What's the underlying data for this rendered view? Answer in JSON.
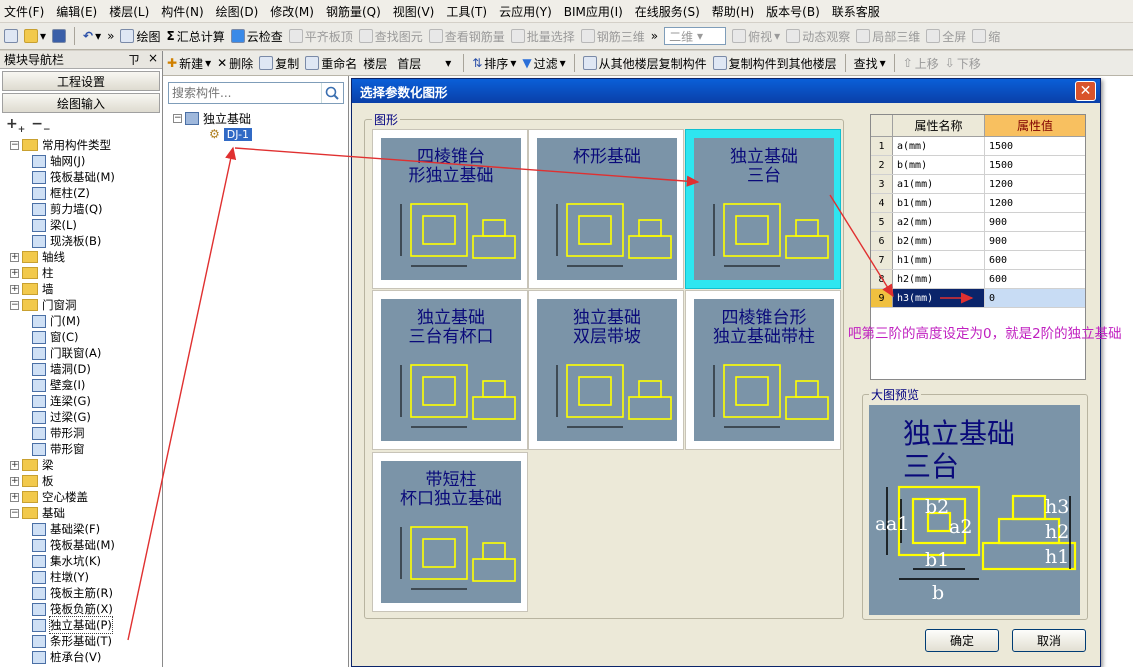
{
  "menu": [
    "文件(F)",
    "编辑(E)",
    "楼层(L)",
    "构件(N)",
    "绘图(D)",
    "修改(M)",
    "钢筋量(Q)",
    "视图(V)",
    "工具(T)",
    "云应用(Y)",
    "BIM应用(I)",
    "在线服务(S)",
    "帮助(H)",
    "版本号(B)",
    "联系客服"
  ],
  "toolbar1": {
    "draw": "绘图",
    "sum": "汇总计算",
    "cloud_check": "云检查",
    "flat_slab": "平齐板顶",
    "find_elem": "查找图元",
    "view_rebar": "查看钢筋量",
    "batch_select": "批量选择",
    "rebar_3d": "钢筋三维",
    "view_mode": "二维",
    "top_view": "俯视",
    "dyn_obs": "动态观察",
    "local_3d": "局部三维",
    "fullscreen": "全屏",
    "zoom": "缩"
  },
  "toolbar2": {
    "new": "新建",
    "delete": "删除",
    "copy": "复制",
    "rename": "重命名",
    "floor_label": "楼层",
    "floor_value": "首层",
    "sort": "排序",
    "filter": "过滤",
    "copy_from": "从其他楼层复制构件",
    "copy_to": "复制构件到其他楼层",
    "find": "查找",
    "move_up": "上移",
    "move_down": "下移"
  },
  "leftpanel": {
    "title": "模块导航栏",
    "pin": "ㄗ",
    "close": "×",
    "btn_settings": "工程设置",
    "btn_draw": "绘图输入",
    "tree": [
      {
        "indent": 0,
        "exp": "−",
        "folder": true,
        "label": "常用构件类型"
      },
      {
        "indent": 2,
        "label": "轴网(J)"
      },
      {
        "indent": 2,
        "label": "筏板基础(M)"
      },
      {
        "indent": 2,
        "label": "框柱(Z)"
      },
      {
        "indent": 2,
        "label": "剪力墙(Q)"
      },
      {
        "indent": 2,
        "label": "梁(L)"
      },
      {
        "indent": 2,
        "label": "现浇板(B)"
      },
      {
        "indent": 0,
        "exp": "+",
        "folder": true,
        "label": "轴线"
      },
      {
        "indent": 0,
        "exp": "+",
        "folder": true,
        "label": "柱"
      },
      {
        "indent": 0,
        "exp": "+",
        "folder": true,
        "label": "墙"
      },
      {
        "indent": 0,
        "exp": "−",
        "folder": true,
        "label": "门窗洞"
      },
      {
        "indent": 2,
        "label": "门(M)"
      },
      {
        "indent": 2,
        "label": "窗(C)"
      },
      {
        "indent": 2,
        "label": "门联窗(A)"
      },
      {
        "indent": 2,
        "label": "墙洞(D)"
      },
      {
        "indent": 2,
        "label": "壁龛(I)"
      },
      {
        "indent": 2,
        "label": "连梁(G)"
      },
      {
        "indent": 2,
        "label": "过梁(G)"
      },
      {
        "indent": 2,
        "label": "带形洞"
      },
      {
        "indent": 2,
        "label": "带形窗"
      },
      {
        "indent": 0,
        "exp": "+",
        "folder": true,
        "label": "梁"
      },
      {
        "indent": 0,
        "exp": "+",
        "folder": true,
        "label": "板"
      },
      {
        "indent": 0,
        "exp": "+",
        "folder": true,
        "label": "空心楼盖"
      },
      {
        "indent": 0,
        "exp": "−",
        "folder": true,
        "label": "基础"
      },
      {
        "indent": 2,
        "label": "基础梁(F)"
      },
      {
        "indent": 2,
        "label": "筏板基础(M)"
      },
      {
        "indent": 2,
        "label": "集水坑(K)"
      },
      {
        "indent": 2,
        "label": "柱墩(Y)"
      },
      {
        "indent": 2,
        "label": "筏板主筋(R)"
      },
      {
        "indent": 2,
        "label": "筏板负筋(X)"
      },
      {
        "indent": 2,
        "label": "独立基础(P)",
        "selected": true
      },
      {
        "indent": 2,
        "label": "条形基础(T)"
      },
      {
        "indent": 2,
        "label": "桩承台(V)"
      }
    ]
  },
  "middlepanel": {
    "search_placeholder": "搜索构件...",
    "root": "独立基础",
    "child": "DJ-1"
  },
  "dialog": {
    "title": "选择参数化图形",
    "group_label": "图形",
    "tiles": [
      {
        "name": "四棱锥台\n形独立基础",
        "selected": false
      },
      {
        "name": "杯形基础",
        "selected": false
      },
      {
        "name": "独立基础\n三台",
        "selected": true
      },
      {
        "name": "独立基础\n三台有杯口",
        "selected": false
      },
      {
        "name": "独立基础\n双层带坡",
        "selected": false
      },
      {
        "name": "四棱锥台形\n独立基础带柱",
        "selected": false
      },
      {
        "name": "带短柱\n杯口独立基础",
        "selected": false
      }
    ],
    "table": {
      "col_name": "属性名称",
      "col_value": "属性值",
      "rows": [
        {
          "n": "1",
          "k": "a(mm)",
          "v": "1500"
        },
        {
          "n": "2",
          "k": "b(mm)",
          "v": "1500"
        },
        {
          "n": "3",
          "k": "a1(mm)",
          "v": "1200"
        },
        {
          "n": "4",
          "k": "b1(mm)",
          "v": "1200"
        },
        {
          "n": "5",
          "k": "a2(mm)",
          "v": "900"
        },
        {
          "n": "6",
          "k": "b2(mm)",
          "v": "900"
        },
        {
          "n": "7",
          "k": "h1(mm)",
          "v": "600"
        },
        {
          "n": "8",
          "k": "h2(mm)",
          "v": "600"
        },
        {
          "n": "9",
          "k": "h3(mm)",
          "v": "0",
          "selected": true
        }
      ]
    },
    "annotation": "吧第三阶的高度设定为0，就是2阶的独立基础",
    "preview_label": "大图预览",
    "preview_title": "独立基础\n三台",
    "preview_labels": {
      "a": "a",
      "a1": "a1",
      "a2": "a2",
      "b": "b",
      "b1": "b1",
      "b2": "b2",
      "h1": "h1",
      "h2": "h2",
      "h3": "h3"
    },
    "ok": "确定",
    "cancel": "取消"
  },
  "colors": {
    "dialog_title": "#0a4fc8",
    "tile_bg": "#7b94a8",
    "selected_tile": "#2ee6f0",
    "annotation": "#c020c0",
    "arrow": "#e03030",
    "col_value_header": "#f8c060"
  }
}
